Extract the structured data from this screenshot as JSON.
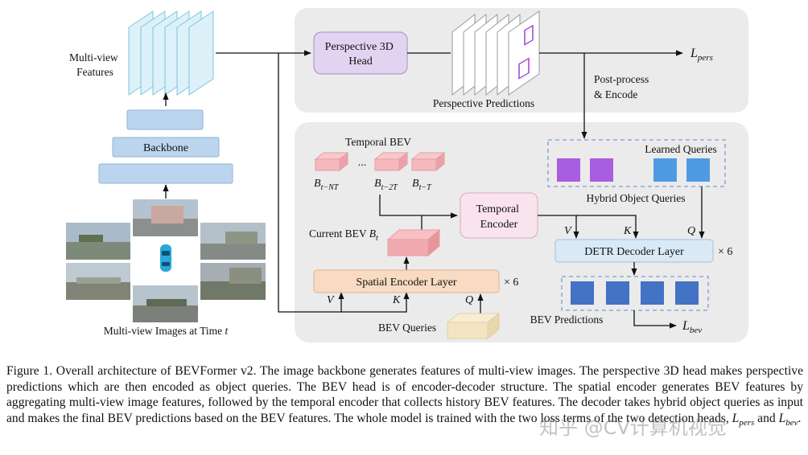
{
  "diagram": {
    "multiview_features_label": [
      "Multi-view",
      "Features"
    ],
    "backbone_label": "Backbone",
    "images_label_prefix": "Multi-view Images at Time ",
    "images_label_var": "t",
    "perspective_head_label": [
      "Perspective 3D",
      "Head"
    ],
    "perspective_predictions_label": "Perspective Predictions",
    "loss_pers": {
      "base": "L",
      "sub": "pers"
    },
    "postprocess_label": [
      "Post-process",
      "& Encode"
    ],
    "learned_queries_label": "Learned Queries",
    "hybrid_queries_label": "Hybrid Object Queries",
    "temporal_bev_label": "Temporal BEV",
    "ellipsis": "...",
    "history_bevs": [
      {
        "base": "B",
        "sub": "t−NT"
      },
      {
        "base": "B",
        "sub": "t−2T"
      },
      {
        "base": "B",
        "sub": "t−T"
      }
    ],
    "temporal_encoder_label": [
      "Temporal",
      "Encoder"
    ],
    "current_bev_label": "Current BEV ",
    "current_bev_var": {
      "base": "B",
      "sub": "t"
    },
    "spatial_encoder_label": "Spatial Encoder Layer",
    "times6": "× 6",
    "detr_decoder_label": "DETR Decoder Layer",
    "bev_queries_label": "BEV Queries",
    "bev_predictions_label": "BEV Predictions",
    "loss_bev": {
      "base": "L",
      "sub": "bev"
    },
    "qkv": {
      "v": "V",
      "k": "K",
      "q": "Q"
    }
  },
  "caption": {
    "figure_label": "Figure 1.",
    "text_1": "  Overall architecture of BEVFormer v2.  The image backbone generates features of multi-view images.  The perspective 3D head makes perspective predictions which are then encoded as object queries.  The BEV head is of encoder-decoder structure. The spatial encoder generates BEV features by aggregating multi-view image features, followed by the temporal encoder that collects history BEV features. The decoder takes hybrid object queries as input and makes the final BEV predictions based on the BEV features. The whole model is trained with the two loss terms of the two detection heads, ",
    "loss_pers": {
      "base": "L",
      "sub": "pers"
    },
    "text_and": " and ",
    "loss_bev": {
      "base": "L",
      "sub": "bev"
    },
    "text_end": "."
  },
  "watermark": "知乎 @CV计算机视觉",
  "colors": {
    "panel_bg": "#ebebeb",
    "feature_map": "#ddf1f8",
    "backbone": "#bcd5ee",
    "perspective_head": "#e2d4f1",
    "bev_pink": "#f2aab1",
    "temporal_encoder": "#f9e4ee",
    "spatial_encoder": "#f8dbc2",
    "detr_decoder": "#d9e9f6",
    "query_purple": "#a95ee0",
    "query_blue": "#4e9be3",
    "prediction_blue": "#4472c4",
    "bev_queries": "#f3e4c4"
  }
}
